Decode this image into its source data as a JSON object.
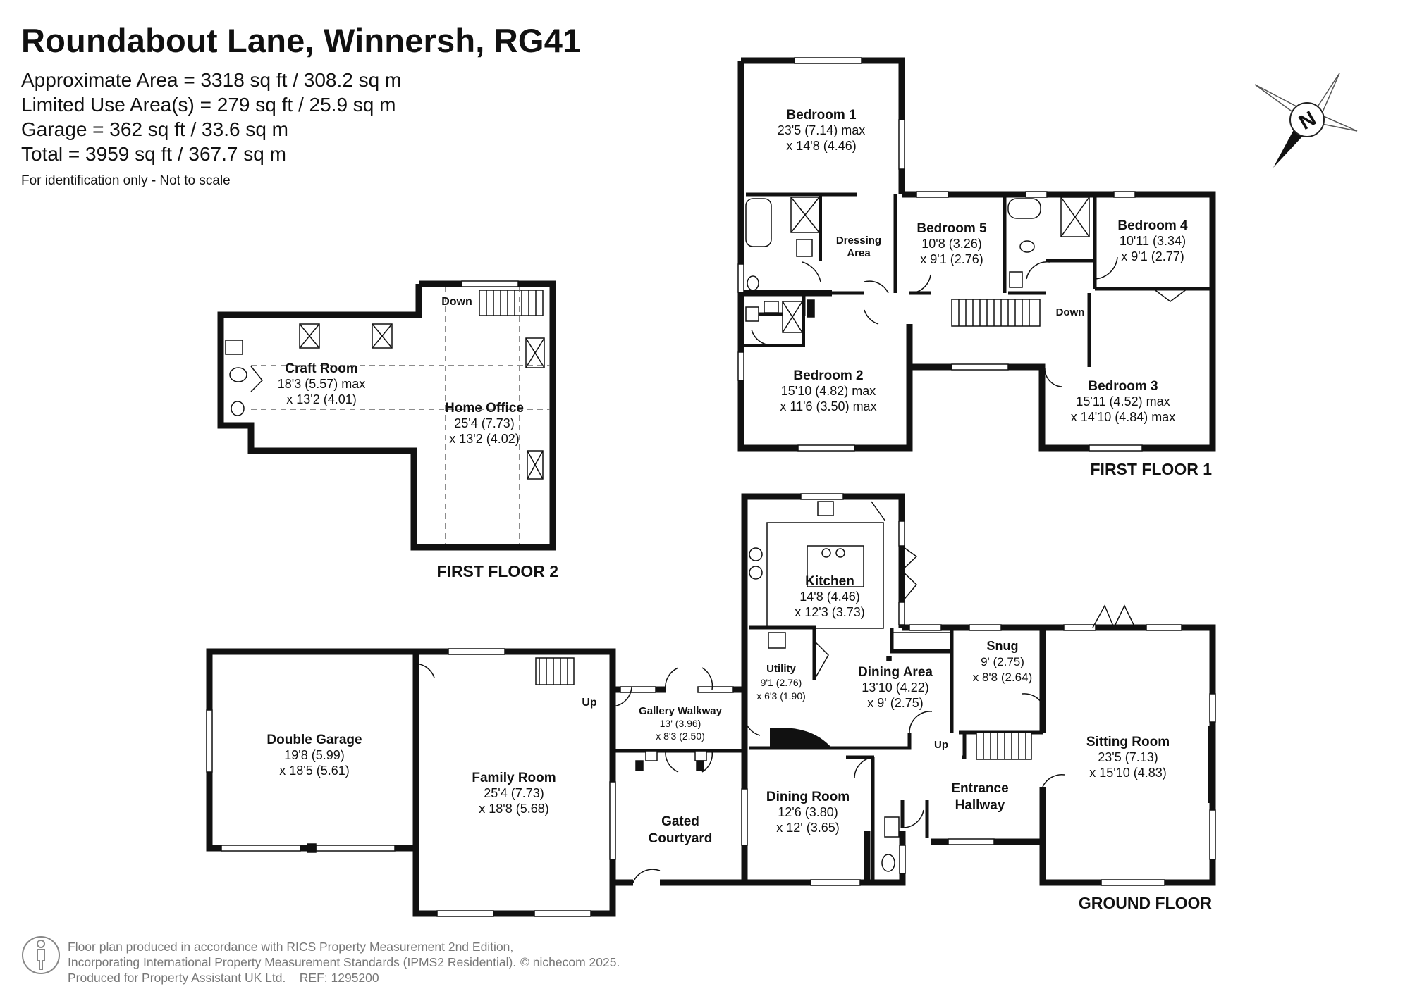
{
  "header": {
    "title": "Roundabout Lane, Winnersh, RG41",
    "areas": [
      "Approximate Area = 3318 sq ft / 308.2 sq m",
      "Limited Use Area(s) = 279 sq ft / 25.9 sq m",
      "Garage = 362 sq ft / 33.6 sq m",
      "Total = 3959 sq ft / 367.7 sq m"
    ],
    "note": "For identification only - Not to scale"
  },
  "floors": {
    "first_floor_1": "FIRST FLOOR 1",
    "first_floor_2": "FIRST FLOOR 2",
    "ground_floor": "GROUND FLOOR"
  },
  "rooms": {
    "bedroom1": {
      "name": "Bedroom 1",
      "dim1": "23'5 (7.14) max",
      "dim2": "x 14'8 (4.46)"
    },
    "dressing": {
      "name1": "Dressing",
      "name2": "Area"
    },
    "bedroom5": {
      "name": "Bedroom 5",
      "dim1": "10'8 (3.26)",
      "dim2": "x 9'1 (2.76)"
    },
    "bedroom4": {
      "name": "Bedroom 4",
      "dim1": "10'11 (3.34)",
      "dim2": "x 9'1 (2.77)"
    },
    "bedroom2": {
      "name": "Bedroom 2",
      "dim1": "15'10 (4.82) max",
      "dim2": "x 11'6 (3.50) max"
    },
    "bedroom3": {
      "name": "Bedroom 3",
      "dim1": "15'11 (4.52) max",
      "dim2": "x 14'10 (4.84) max"
    },
    "craft": {
      "name": "Craft Room",
      "dim1": "18'3 (5.57) max",
      "dim2": "x 13'2 (4.01)"
    },
    "office": {
      "name": "Home Office",
      "dim1": "25'4 (7.73)",
      "dim2": "x 13'2 (4.02)"
    },
    "kitchen": {
      "name": "Kitchen",
      "dim1": "14'8 (4.46)",
      "dim2": "x 12'3 (3.73)"
    },
    "utility": {
      "name": "Utility",
      "dim1": "9'1 (2.76)",
      "dim2": "x 6'3 (1.90)"
    },
    "dining_area": {
      "name": "Dining Area",
      "dim1": "13'10 (4.22)",
      "dim2": "x 9' (2.75)"
    },
    "snug": {
      "name": "Snug",
      "dim1": "9' (2.75)",
      "dim2": "x 8'8 (2.64)"
    },
    "sitting": {
      "name": "Sitting Room",
      "dim1": "23'5 (7.13)",
      "dim2": "x 15'10 (4.83)"
    },
    "garage": {
      "name": "Double Garage",
      "dim1": "19'8 (5.99)",
      "dim2": "x 18'5 (5.61)"
    },
    "family": {
      "name": "Family Room",
      "dim1": "25'4 (7.73)",
      "dim2": "x 18'8 (5.68)"
    },
    "gallery": {
      "name": "Gallery Walkway",
      "dim1": "13' (3.96)",
      "dim2": "x 8'3 (2.50)"
    },
    "courtyard": {
      "name1": "Gated",
      "name2": "Courtyard"
    },
    "dining_room": {
      "name": "Dining Room",
      "dim1": "12'6 (3.80)",
      "dim2": "x 12' (3.65)"
    },
    "hallway": {
      "name1": "Entrance",
      "name2": "Hallway"
    }
  },
  "stairs": {
    "down": "Down",
    "up": "Up"
  },
  "compass": {
    "letter": "N"
  },
  "footer": {
    "line1": "Floor plan produced in accordance with RICS Property Measurement 2nd Edition,",
    "line2a": "Incorporating International Property Measurement Standards (IPMS2 Residential).",
    "line2b": "© nichecom 2025.",
    "line3": "Produced for Property Assistant UK Ltd.    REF: 1295200"
  }
}
